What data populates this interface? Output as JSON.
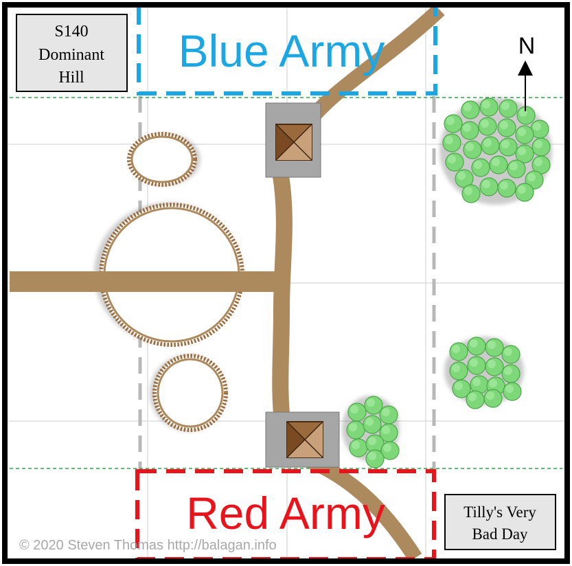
{
  "scenario": {
    "number": "S140",
    "name_line1": "Dominant",
    "name_line2": "Hill"
  },
  "subtitle": {
    "line1": "Tilly's Very",
    "line2": "Bad Day"
  },
  "forces": {
    "blue": "Blue Army",
    "red": "Red Army"
  },
  "compass": {
    "label": "N"
  },
  "copyright": "© 2020 Steven Thomas http://balagan.info",
  "colors": {
    "blue_army": "#1aa7e4",
    "red_army": "#e8131b",
    "road": "#ad8a5e",
    "hill_edge": "#9a6b3a",
    "woods": "#7ed87a",
    "woods_edge": "#3f9c3c",
    "deploy_line": "#2ea84a",
    "grid": "#dddddd",
    "board_border": "#000000",
    "building_base": "#a6a6a6"
  },
  "features": {
    "hills": 3,
    "woods": 3,
    "buildings": 2,
    "roads": "crossroads"
  }
}
